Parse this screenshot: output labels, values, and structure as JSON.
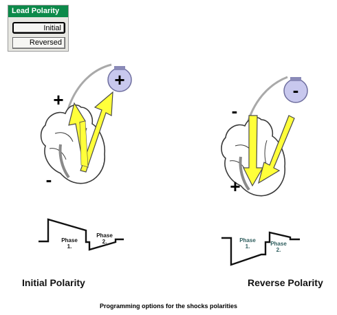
{
  "panel": {
    "title": "Lead Polarity",
    "options": [
      "Initial",
      "Reversed"
    ],
    "selected": "Initial"
  },
  "left": {
    "device_sign": "+",
    "upper_sign": "+",
    "lower_sign": "-",
    "phase1": [
      "Phase",
      "1."
    ],
    "phase2": [
      "Phase",
      "2."
    ],
    "caption": "Initial Polarity"
  },
  "right": {
    "device_sign": "-",
    "upper_sign": "-",
    "lower_sign": "+",
    "phase1": [
      "Phase",
      "1."
    ],
    "phase2": [
      "Phase",
      "2."
    ],
    "caption": "Reverse Polarity"
  },
  "footer": "Programming options for the shocks polarities",
  "colors": {
    "panel_header": "#0c8a4a",
    "arrow_fill": "#ffff3a",
    "device_fill": "#c8c8ee",
    "phase_text_right": "#2f5e5e"
  }
}
